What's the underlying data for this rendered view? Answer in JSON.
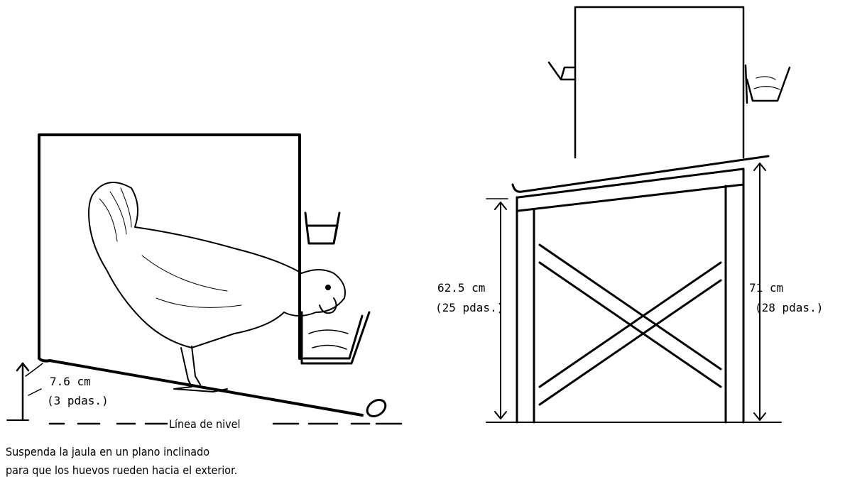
{
  "left_figure": {
    "height_cm": "7.6 cm",
    "height_in": "(3 pdas.)",
    "level_line_label": "Línea de nivel",
    "caption": [
      "Suspenda la jaula en un plano inclinado",
      "para que los huevos rueden hacia el exterior."
    ]
  },
  "right_figure": {
    "left_height_cm": "62.5 cm",
    "left_height_in": "(25 pdas.)",
    "right_height_cm": "71 cm",
    "right_height_in": "(28 pdas.)"
  },
  "colors": {
    "ink": "#000000",
    "paper": "#ffffff"
  }
}
